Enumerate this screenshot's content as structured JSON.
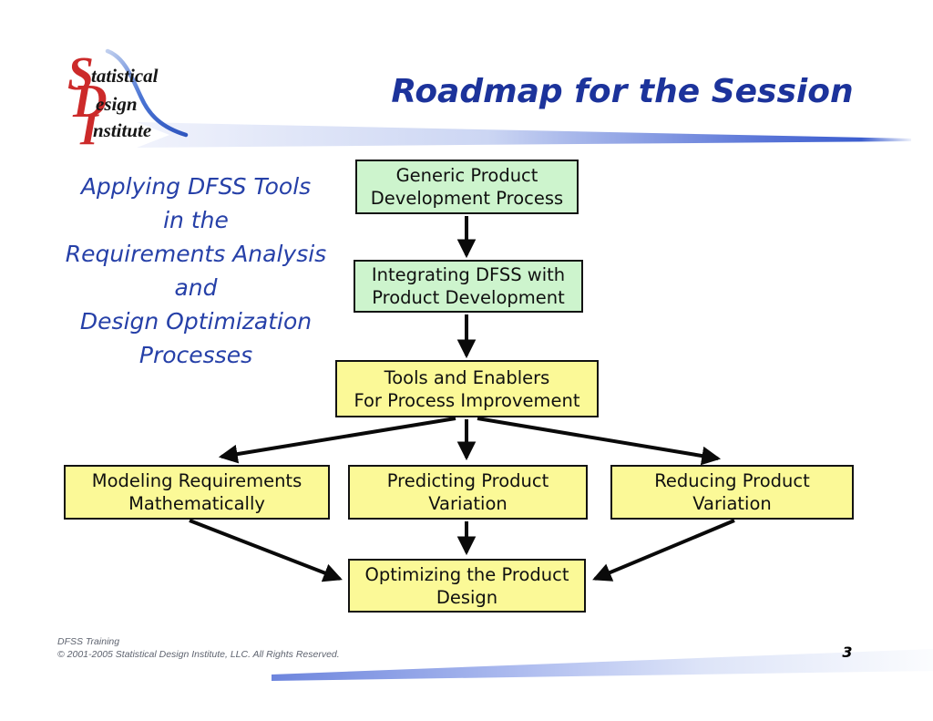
{
  "slide": {
    "title": "Roadmap for the Session",
    "page_number": "3"
  },
  "logo": {
    "rows": [
      {
        "letter": "S",
        "word": "tatistical"
      },
      {
        "letter": "D",
        "word": "esign"
      },
      {
        "letter": "I",
        "word": "nstitute"
      }
    ]
  },
  "intro": {
    "lines": [
      "Applying DFSS Tools",
      "in the",
      "Requirements Analysis",
      "and",
      "Design Optimization",
      "Processes"
    ]
  },
  "flowchart": {
    "nodes": [
      {
        "id": "generic",
        "label": "Generic Product\nDevelopment Process",
        "fill": "#cdf4cd"
      },
      {
        "id": "integrating",
        "label": "Integrating DFSS with\nProduct Development",
        "fill": "#cdf4cd"
      },
      {
        "id": "tools",
        "label": "Tools and Enablers\nFor Process Improvement",
        "fill": "#fbf997"
      },
      {
        "id": "modeling",
        "label": "Modeling Requirements\nMathematically",
        "fill": "#fbf997"
      },
      {
        "id": "predicting",
        "label": "Predicting Product\nVariation",
        "fill": "#fbf997"
      },
      {
        "id": "reducing",
        "label": "Reducing Product\nVariation",
        "fill": "#fbf997"
      },
      {
        "id": "optimizing",
        "label": "Optimizing the Product\nDesign",
        "fill": "#fbf997"
      }
    ]
  },
  "footer": {
    "line1": "DFSS Training",
    "line2": "©  2001-2005 Statistical Design Institute, LLC.  All Rights Reserved."
  },
  "colors": {
    "title_blue": "#1c339b",
    "intro_blue": "#2640a8",
    "logo_red": "#cc2a2a",
    "footer_gray": "#5f6470",
    "box_green": "#cdf4cd",
    "box_yellow": "#fbf997",
    "swoosh_blue": "#3c5ecf"
  }
}
